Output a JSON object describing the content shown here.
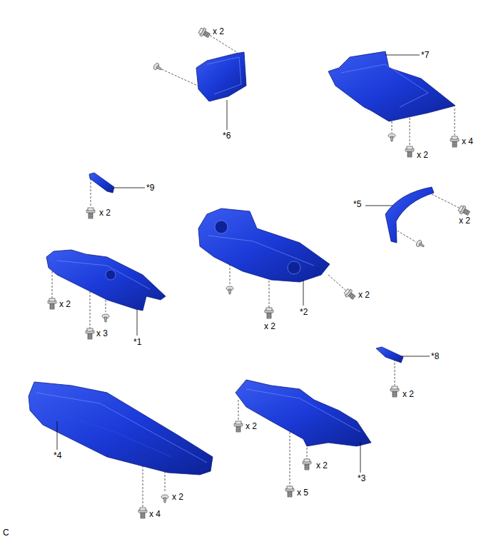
{
  "diagram": {
    "labels": [
      "x 2",
      "*6",
      "*7",
      "x 2",
      "x 4",
      "*9",
      "x 2",
      "*5",
      "x 2",
      "x 2",
      "x 3",
      "*1",
      "x 2",
      "x 2",
      "*2",
      "*8",
      "x 2",
      "*4",
      "x 2",
      "x 4",
      "x 2",
      "x 2",
      "x 5",
      "*3",
      "C"
    ]
  }
}
